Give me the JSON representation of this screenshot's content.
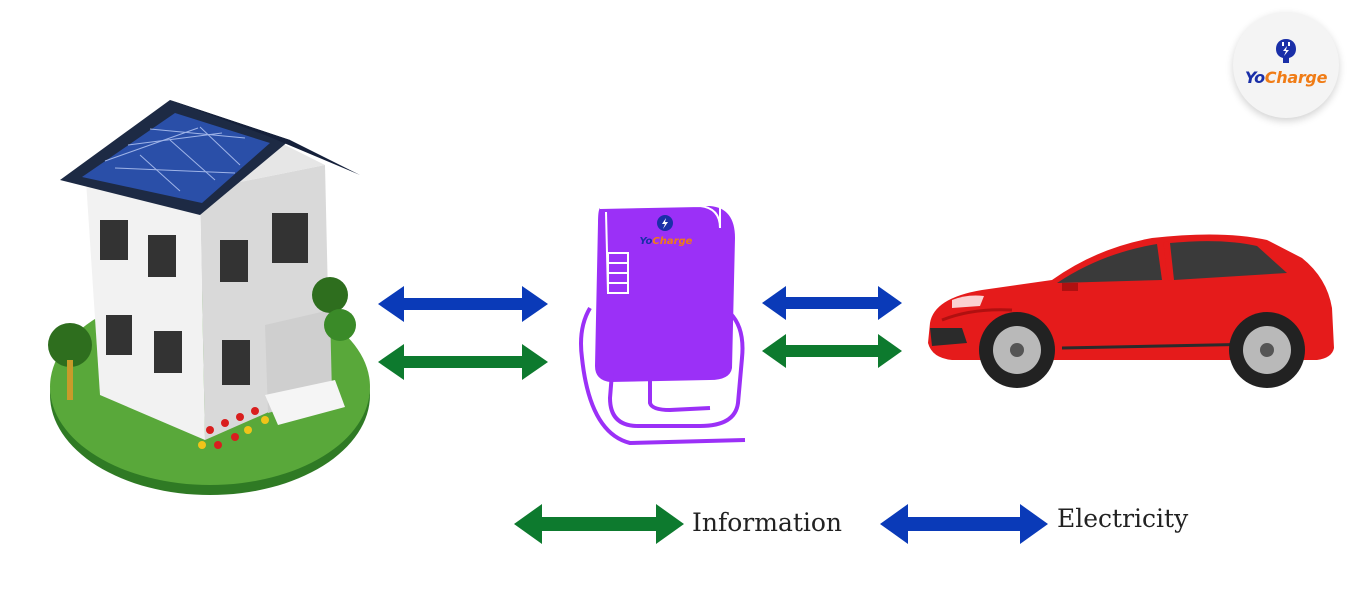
{
  "logo": {
    "part1": "Yo",
    "part2": "Charge",
    "icon": "plug-bolt-icon"
  },
  "charger": {
    "logo_part1": "Yo",
    "logo_part2": "Charge",
    "color": "#9b30f7"
  },
  "colors": {
    "electricity": "#0a3ab8",
    "information": "#0d7a2e"
  },
  "nodes": [
    {
      "name": "house",
      "icon": "solar-house-icon"
    },
    {
      "name": "charger",
      "icon": "ev-charger-icon"
    },
    {
      "name": "car",
      "icon": "electric-car-icon"
    }
  ],
  "legend": {
    "information_label": "Information",
    "electricity_label": "Electricity"
  }
}
